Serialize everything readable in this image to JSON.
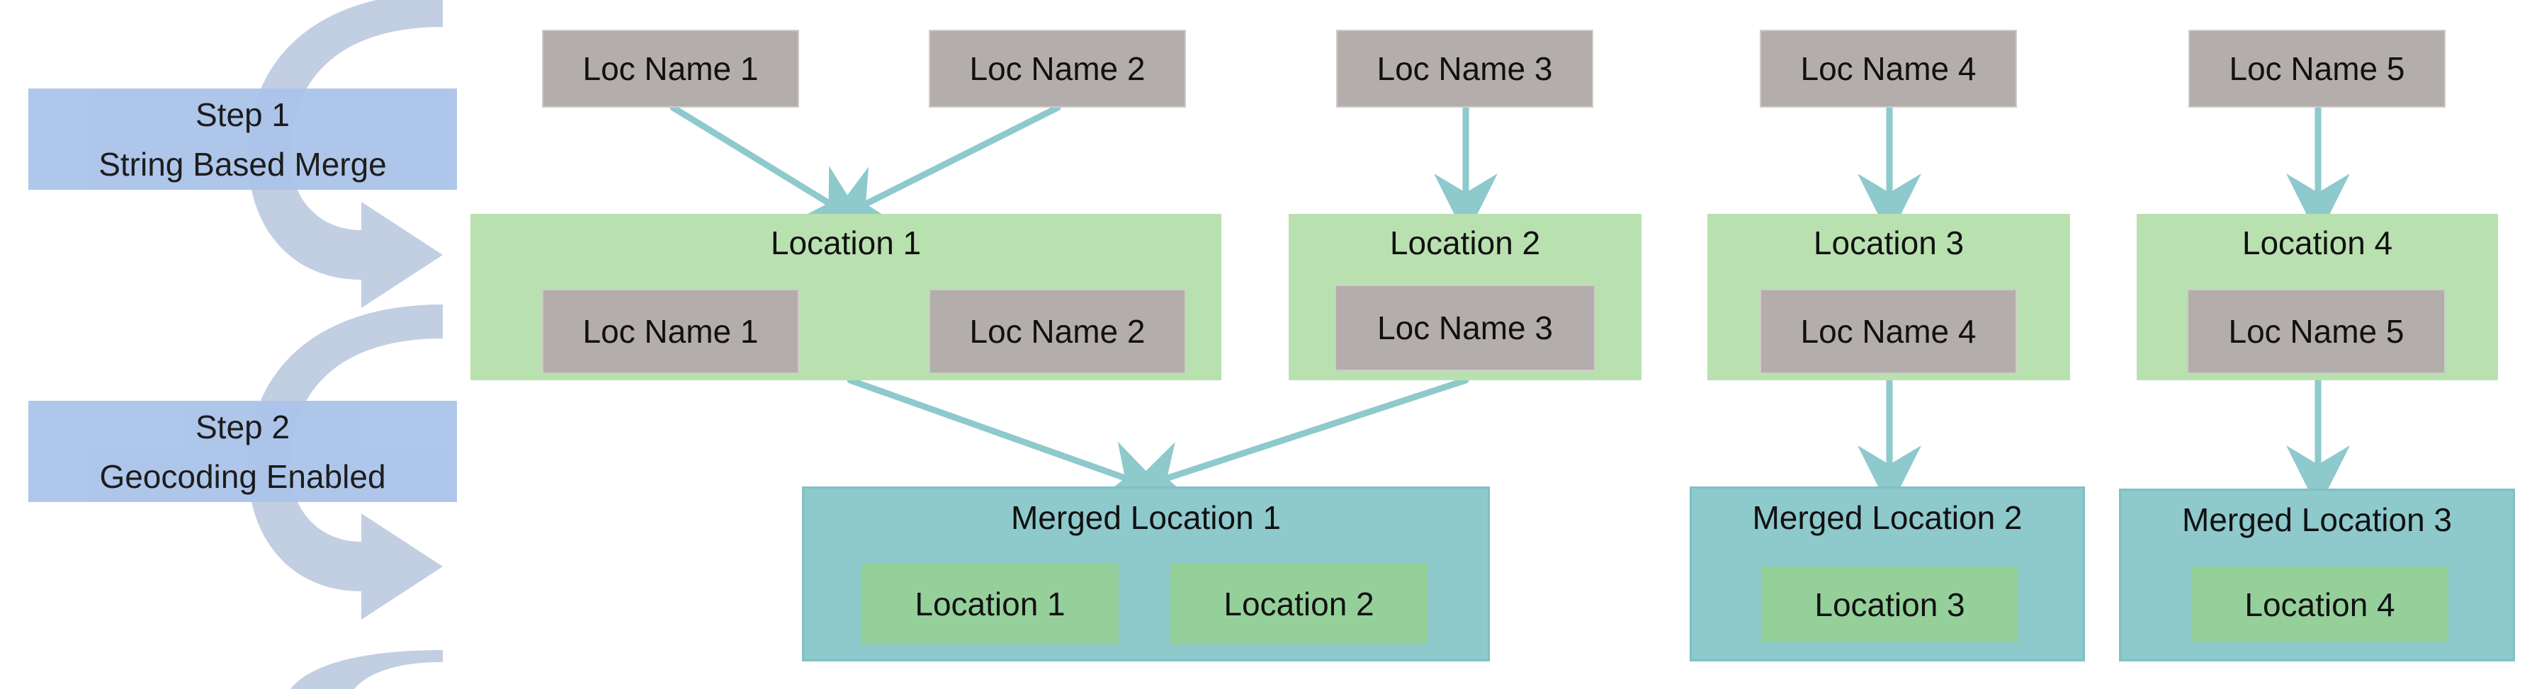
{
  "steps": [
    {
      "line1": "Step 1",
      "line2": "String Based Merge"
    },
    {
      "line1": "Step 2",
      "line2": "Geocoding Enabled"
    }
  ],
  "loc_names_top": [
    "Loc Name 1",
    "Loc Name 2",
    "Loc Name 3",
    "Loc Name 4",
    "Loc Name 5"
  ],
  "locations": [
    {
      "title": "Location 1",
      "items": [
        "Loc Name 1",
        "Loc Name 2"
      ]
    },
    {
      "title": "Location 2",
      "items": [
        "Loc Name 3"
      ]
    },
    {
      "title": "Location 3",
      "items": [
        "Loc Name 4"
      ]
    },
    {
      "title": "Location 4",
      "items": [
        "Loc Name 5"
      ]
    }
  ],
  "merged_locations": [
    {
      "title": "Merged Location 1",
      "items": [
        "Location 1",
        "Location 2"
      ]
    },
    {
      "title": "Merged Location 2",
      "items": [
        "Location 3"
      ]
    },
    {
      "title": "Merged Location 3",
      "items": [
        "Location 4"
      ]
    }
  ],
  "colors": {
    "loc_name_box": "#b3aeab",
    "location_box": "#b9e1b0",
    "location_item": "#95d09a",
    "merged_box": "#8ec9cc",
    "step_box": "#abc4ea",
    "arrow": "#8ec9cc",
    "curved_arrow": "#b7c6dc"
  },
  "icons": [
    "curved-arrow-icon",
    "arrow-icon"
  ]
}
